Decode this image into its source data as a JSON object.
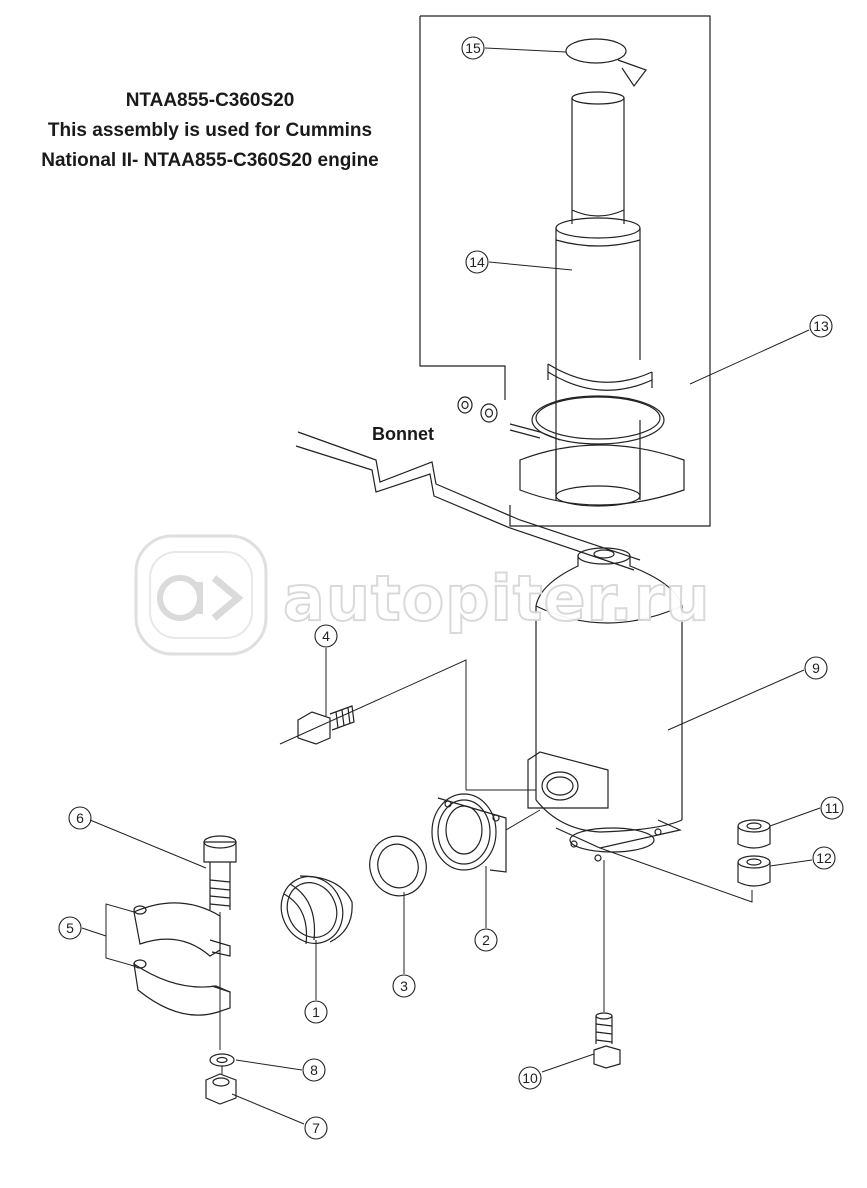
{
  "title": {
    "line1": "NTAA855-C360S20",
    "line2": "This assembly is used for Cummins",
    "line3": "National II- NTAA855-C360S20 engine"
  },
  "bonnet_label": "Bonnet",
  "watermark": {
    "text": "autopiter.ru",
    "logo_icon": "autopiter-logo-icon"
  },
  "callouts": [
    "1",
    "2",
    "3",
    "4",
    "5",
    "6",
    "7",
    "8",
    "9",
    "10",
    "11",
    "12",
    "13",
    "14",
    "15"
  ]
}
